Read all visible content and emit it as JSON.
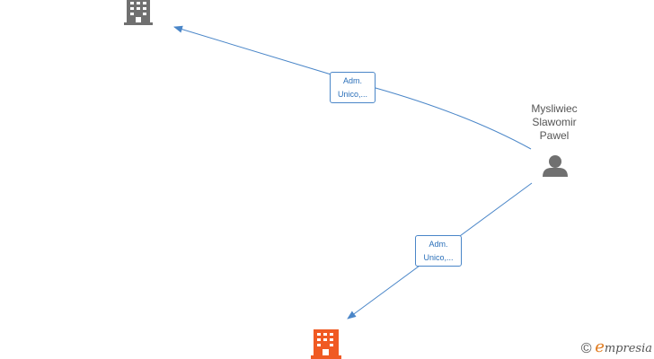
{
  "person": {
    "name_lines": [
      "Mysliwiec",
      "Slawomir",
      "Pawel"
    ]
  },
  "relations": [
    {
      "label_lines": [
        "Adm.",
        "Unico,..."
      ]
    },
    {
      "label_lines": [
        "Adm.",
        "Unico,..."
      ]
    }
  ],
  "colors": {
    "edge": "#4a86c8",
    "company_gray": "#707070",
    "company_orange": "#f05a23",
    "person_icon": "#707070",
    "brand_accent": "#e07b1f"
  },
  "icons": {
    "company_top": "building-icon",
    "company_bottom": "building-icon",
    "person": "person-icon"
  },
  "brand": {
    "copyright": "©",
    "first_letter": "e",
    "rest": "mpresia"
  }
}
